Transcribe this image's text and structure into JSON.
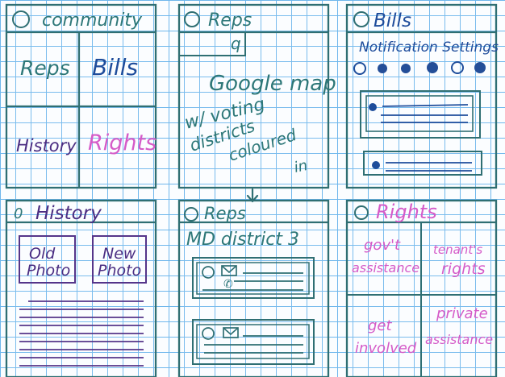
{
  "panels": {
    "community": {
      "title": "community",
      "tiles": [
        "Reps",
        "Bills",
        "History",
        "Rights"
      ]
    },
    "reps_map": {
      "title": "Reps",
      "search_glyph": "q",
      "map_text": [
        "Google map",
        "w/ voting",
        "districts",
        "coloured",
        "in"
      ]
    },
    "bills": {
      "title": "Bills",
      "settings": "Notification Settings"
    },
    "history": {
      "title": "History",
      "old_photo": [
        "Old",
        "Photo"
      ],
      "new_photo": [
        "New",
        "Photo"
      ]
    },
    "reps_district": {
      "title": "Reps",
      "district": "MD district 3"
    },
    "rights": {
      "title": "Rights",
      "tiles": [
        [
          "gov't",
          "assistance"
        ],
        [
          "tenant's",
          "rights"
        ],
        [
          "get",
          "involved"
        ],
        [
          "private",
          "assistance"
        ]
      ]
    }
  },
  "icons": [
    "home-circle-icon",
    "search-icon",
    "avatar-icon",
    "mail-icon",
    "phone-icon",
    "notification-dot-icon",
    "down-arrow-icon"
  ]
}
